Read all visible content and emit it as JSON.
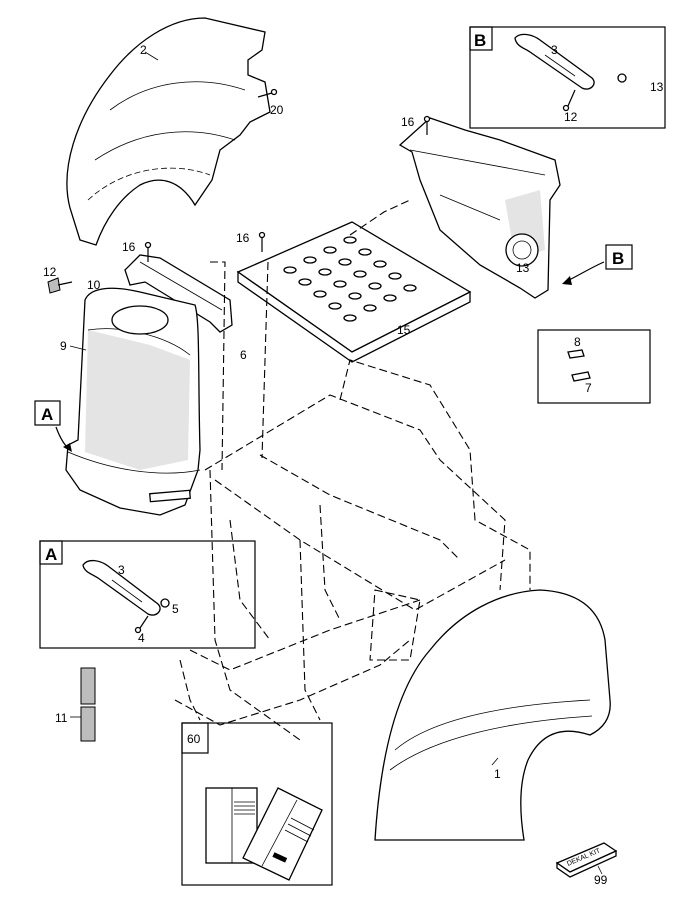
{
  "diagram": {
    "part_numbers": {
      "rear_fender_upper": "2",
      "screw_upper": "20",
      "screw_16_right": "16",
      "screw_16_left": "16",
      "screw_16_mid": "16",
      "knob_12": "12",
      "front_cover_10": "10",
      "panel_9": "9",
      "bracket_6": "6",
      "floor_plate_15": "15",
      "side_panel_13": "13",
      "fender_1": "1",
      "spacer_11": "11"
    },
    "detail_b": {
      "letter": "B",
      "labels": {
        "lever": "3",
        "washer": "13",
        "pin": "12"
      }
    },
    "callout_b": "B",
    "detail_a": {
      "letter": "A",
      "labels": {
        "lever": "3",
        "washer": "5",
        "pin": "4"
      }
    },
    "callout_a": "A",
    "rivets": {
      "labels": {
        "top": "8",
        "bottom": "7"
      }
    },
    "manual_kit": {
      "number": "60"
    },
    "decal_kit": {
      "text": "DEKAL KIT",
      "number": "99"
    }
  }
}
